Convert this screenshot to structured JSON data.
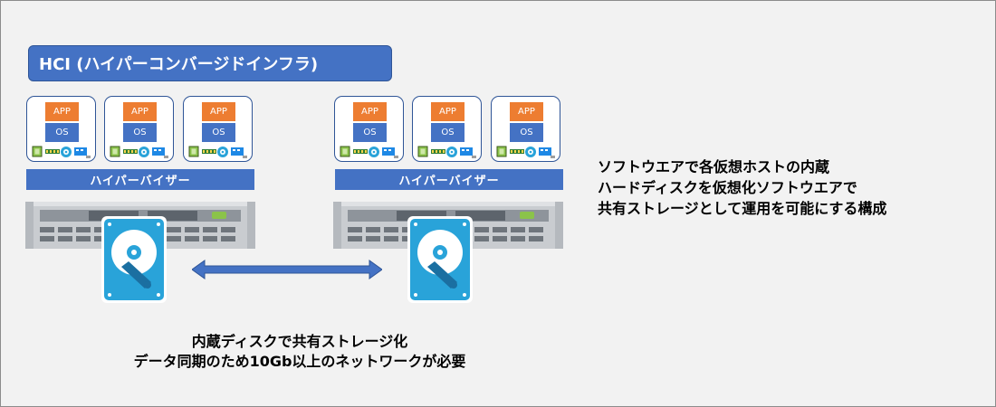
{
  "title": "HCI (ハイパーコンバージドインフラ)",
  "vm_labels": {
    "app": "APP",
    "os": "OS"
  },
  "hypervisor_label": "ハイパーバイザー",
  "description_lines": [
    "ソフトウエアで各仮想ホストの内蔵",
    "ハードディスクを仮想化ソフトウエアで",
    "共有ストレージとして運用を可能にする構成"
  ],
  "bottom_lines": [
    "内蔵ディスクで共有ストレージ化",
    "データ同期のため10Gb以上のネットワークが必要"
  ],
  "colors": {
    "accent_blue": "#4472c4",
    "app_orange": "#ed7d31",
    "disk_blue": "#29a3d9",
    "server_gray": "#c9ccd0"
  }
}
